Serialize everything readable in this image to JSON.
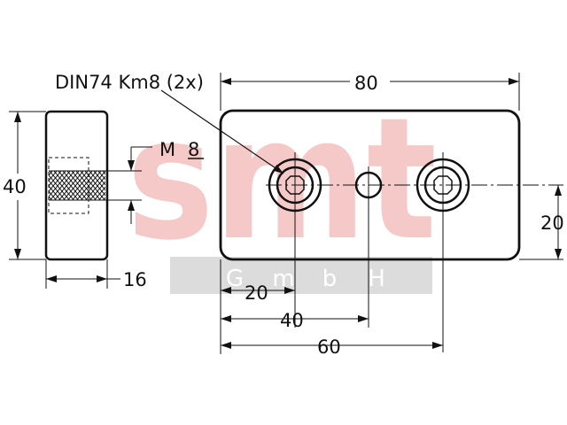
{
  "colors": {
    "line": "#111111",
    "watermark_red": "#f6c9c9",
    "watermark_band": "#dcdcdc",
    "watermark_text": "#ffffff"
  },
  "watermark": {
    "logo": "smt",
    "company": [
      "G",
      "m",
      "b",
      "H"
    ]
  },
  "callout": {
    "label": "DIN74 Km8 (2x)"
  },
  "thread": {
    "label": "M",
    "size": "8"
  },
  "side_view": {
    "height": "40",
    "width": "16"
  },
  "front_view": {
    "length": "80",
    "half_height": "20",
    "pos_1": "20",
    "pos_2": "40",
    "pos_3": "60"
  }
}
